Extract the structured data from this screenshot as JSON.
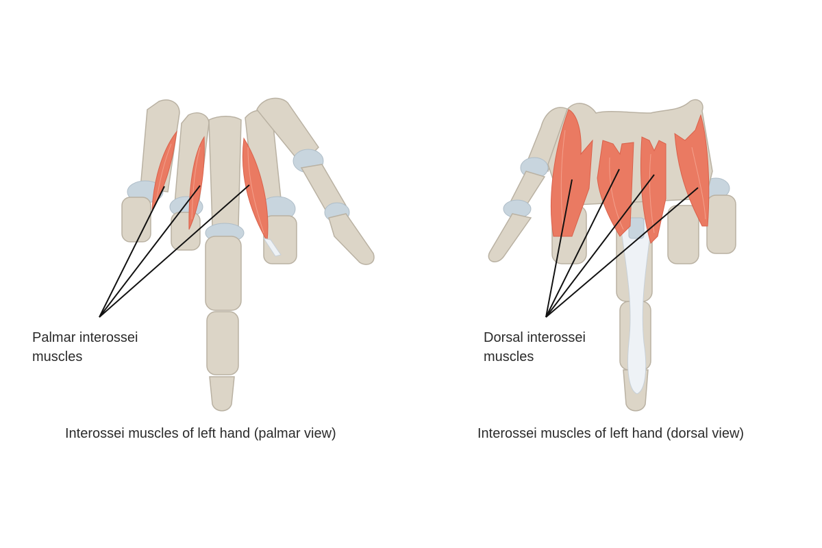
{
  "palmar": {
    "label_line1": "Palmar interossei",
    "label_line2": "muscles",
    "caption": "Interossei muscles of left hand (palmar view)"
  },
  "dorsal": {
    "label_line1": "Dorsal interossei",
    "label_line2": "muscles",
    "caption": "Interossei muscles of left hand (dorsal view)"
  },
  "colors": {
    "bone": "#dcd5c7",
    "joint": "#c8d5de",
    "muscle": "#ea7a62",
    "leader": "#111111"
  }
}
